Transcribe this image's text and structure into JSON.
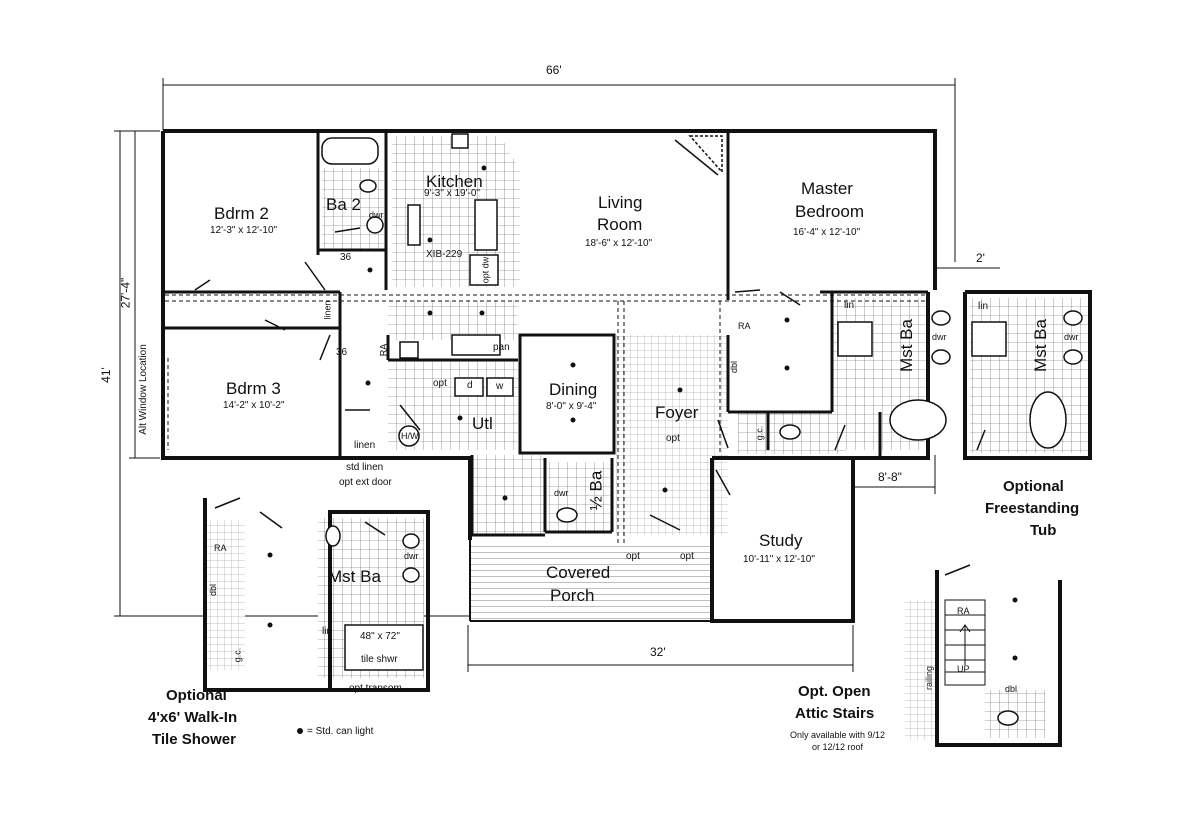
{
  "dimensions": {
    "overall_width": "66'",
    "overall_depth": "41'",
    "left_depth": "27'-4\"",
    "porch_width": "32'",
    "offset_2": "2'",
    "offset_8_8": "8'-8\""
  },
  "rooms": {
    "bdrm2": {
      "name": "Bdrm 2",
      "size": "12'-3\" x 12'-10\""
    },
    "bdrm3": {
      "name": "Bdrm 3",
      "size": "14'-2\" x 10'-2\""
    },
    "ba2": {
      "name": "Ba 2"
    },
    "kitchen": {
      "name": "Kitchen",
      "size": "9'-3\" x 19'-0\""
    },
    "living": {
      "name_line1": "Living",
      "name_line2": "Room",
      "size": "18'-6\" x 12'-10\""
    },
    "master": {
      "name_line1": "Master",
      "name_line2": "Bedroom",
      "size": "16'-4\" x 12'-10\""
    },
    "mst_ba": {
      "name": "Mst Ba"
    },
    "dining": {
      "name": "Dining",
      "size": "8'-0\" x 9'-4\""
    },
    "foyer": {
      "name": "Foyer"
    },
    "utl": {
      "name": "Utl"
    },
    "half_ba": {
      "name": "½ Ba"
    },
    "study": {
      "name": "Study",
      "size": "10'-11\" x 12'-10\""
    },
    "porch": {
      "name_line1": "Covered",
      "name_line2": "Porch"
    }
  },
  "fixtures": {
    "dwr": "dwr",
    "xib": "XIB-229",
    "opt_dw": "opt dw",
    "pan": "pan",
    "opt": "opt",
    "d": "d",
    "w": "w",
    "hw": "H/W",
    "linen": "linen",
    "lin": "lin",
    "ra": "RA",
    "dbl": "dbl",
    "gc": "g.c.",
    "n36": "36",
    "alt_window": "Alt Window Location",
    "std_linen": "std linen",
    "opt_ext_door": "opt ext door",
    "opt_transom": "opt transom",
    "tile_shwr_size": "48\" x 72\"",
    "tile_shwr": "tile shwr",
    "railing": "railing",
    "up": "UP"
  },
  "options": {
    "walk_in_shower": {
      "line1": "Optional",
      "line2": "4'x6' Walk-In",
      "line3": "Tile Shower"
    },
    "freestanding_tub": {
      "line1": "Optional",
      "line2": "Freestanding",
      "line3": "Tub"
    },
    "attic_stairs": {
      "line1": "Opt. Open",
      "line2": "Attic Stairs",
      "note_line1": "Only available with 9/12",
      "note_line2": "or 12/12 roof"
    }
  },
  "legend": {
    "text": "= Std. can light"
  }
}
